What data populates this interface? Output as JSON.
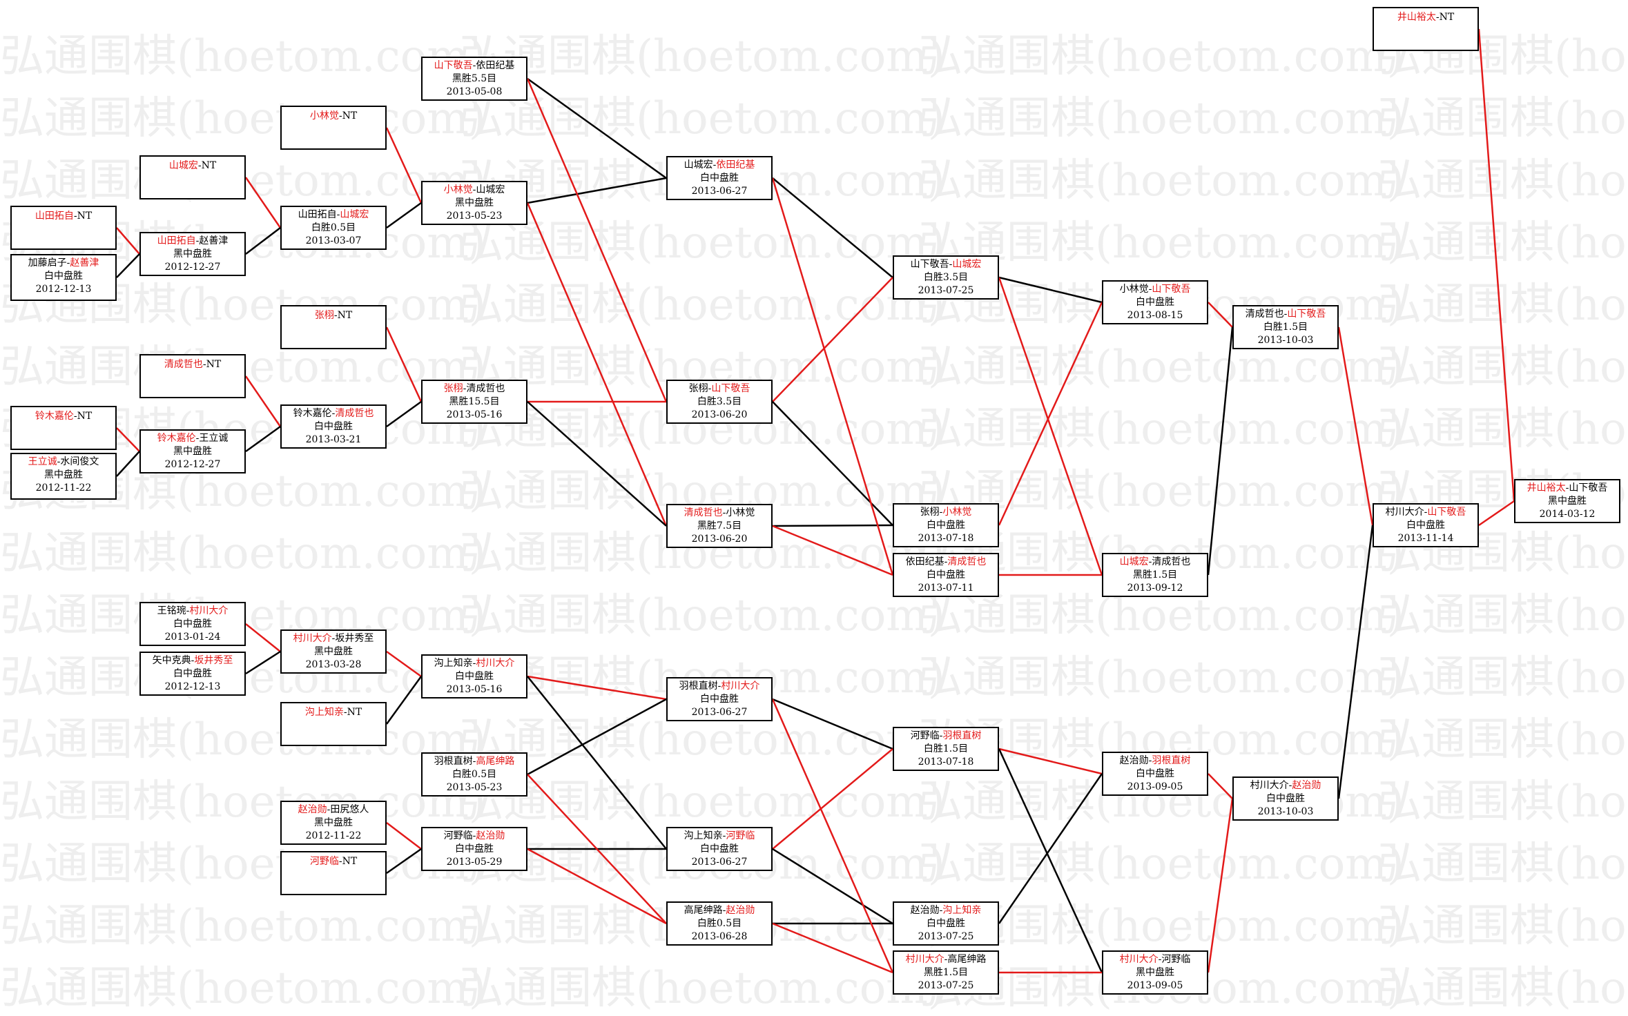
{
  "watermark_text": "弘通围棋(hoetom.com)",
  "colors": {
    "winner_text": "#e31a1a",
    "winner_line": "#e31a1a",
    "loser_line": "#000000"
  },
  "matches": [
    {
      "id": "m1",
      "p1": "山田拓自",
      "p2": "NT",
      "win": 1,
      "result": "",
      "date": ""
    },
    {
      "id": "m2",
      "p1": "加藤启子",
      "p2": "赵善津",
      "win": 2,
      "result": "白中盘胜",
      "date": "2012-12-13"
    },
    {
      "id": "m3",
      "p1": "铃木嘉伦",
      "p2": "NT",
      "win": 1,
      "result": "",
      "date": ""
    },
    {
      "id": "m4",
      "p1": "王立诚",
      "p2": "水间俊文",
      "win": 1,
      "result": "黑中盘胜",
      "date": "2012-11-22"
    },
    {
      "id": "m5",
      "p1": "山城宏",
      "p2": "NT",
      "win": 1,
      "result": "",
      "date": ""
    },
    {
      "id": "m6",
      "p1": "山田拓自",
      "p2": "赵善津",
      "win": 1,
      "result": "黑中盘胜",
      "date": "2012-12-27"
    },
    {
      "id": "m7",
      "p1": "清成哲也",
      "p2": "NT",
      "win": 1,
      "result": "",
      "date": ""
    },
    {
      "id": "m8",
      "p1": "铃木嘉伦",
      "p2": "王立诚",
      "win": 1,
      "result": "黑中盘胜",
      "date": "2012-12-27"
    },
    {
      "id": "m9",
      "p1": "王铭琬",
      "p2": "村川大介",
      "win": 2,
      "result": "白中盘胜",
      "date": "2013-01-24"
    },
    {
      "id": "m10",
      "p1": "矢中克典",
      "p2": "坂井秀至",
      "win": 2,
      "result": "白中盘胜",
      "date": "2012-12-13"
    },
    {
      "id": "m11",
      "p1": "小林觉",
      "p2": "NT",
      "win": 1,
      "result": "",
      "date": ""
    },
    {
      "id": "m12",
      "p1": "山田拓自",
      "p2": "山城宏",
      "win": 2,
      "result": "白胜0.5目",
      "date": "2013-03-07"
    },
    {
      "id": "m13",
      "p1": "张栩",
      "p2": "NT",
      "win": 1,
      "result": "",
      "date": ""
    },
    {
      "id": "m14",
      "p1": "铃木嘉伦",
      "p2": "清成哲也",
      "win": 2,
      "result": "白中盘胜",
      "date": "2013-03-21"
    },
    {
      "id": "m15",
      "p1": "村川大介",
      "p2": "坂井秀至",
      "win": 1,
      "result": "黑中盘胜",
      "date": "2013-03-28"
    },
    {
      "id": "m16",
      "p1": "沟上知亲",
      "p2": "NT",
      "win": 1,
      "result": "",
      "date": ""
    },
    {
      "id": "m17",
      "p1": "赵治勋",
      "p2": "田尻悠人",
      "win": 1,
      "result": "黑中盘胜",
      "date": "2012-11-22"
    },
    {
      "id": "m18",
      "p1": "河野临",
      "p2": "NT",
      "win": 1,
      "result": "",
      "date": ""
    },
    {
      "id": "m19",
      "p1": "山下敬吾",
      "p2": "依田纪基",
      "win": 1,
      "result": "黑胜5.5目",
      "date": "2013-05-08"
    },
    {
      "id": "m20",
      "p1": "小林觉",
      "p2": "山城宏",
      "win": 1,
      "result": "黑中盘胜",
      "date": "2013-05-23"
    },
    {
      "id": "m21",
      "p1": "张栩",
      "p2": "清成哲也",
      "win": 1,
      "result": "黑胜15.5目",
      "date": "2013-05-16"
    },
    {
      "id": "m22",
      "p1": "沟上知亲",
      "p2": "村川大介",
      "win": 2,
      "result": "白中盘胜",
      "date": "2013-05-16"
    },
    {
      "id": "m23",
      "p1": "羽根直树",
      "p2": "高尾绅路",
      "win": 2,
      "result": "白胜0.5目",
      "date": "2013-05-23"
    },
    {
      "id": "m24",
      "p1": "河野临",
      "p2": "赵治勋",
      "win": 2,
      "result": "白中盘胜",
      "date": "2013-05-29"
    },
    {
      "id": "m25",
      "p1": "山城宏",
      "p2": "依田纪基",
      "win": 2,
      "result": "白中盘胜",
      "date": "2013-06-27"
    },
    {
      "id": "m26",
      "p1": "张栩",
      "p2": "山下敬吾",
      "win": 2,
      "result": "白胜3.5目",
      "date": "2013-06-20"
    },
    {
      "id": "m27",
      "p1": "清成哲也",
      "p2": "小林觉",
      "win": 1,
      "result": "黑胜7.5目",
      "date": "2013-06-20"
    },
    {
      "id": "m28",
      "p1": "羽根直树",
      "p2": "村川大介",
      "win": 2,
      "result": "白中盘胜",
      "date": "2013-06-27"
    },
    {
      "id": "m29",
      "p1": "沟上知亲",
      "p2": "河野临",
      "win": 2,
      "result": "白中盘胜",
      "date": "2013-06-27"
    },
    {
      "id": "m30",
      "p1": "高尾绅路",
      "p2": "赵治勋",
      "win": 2,
      "result": "白胜0.5目",
      "date": "2013-06-28"
    },
    {
      "id": "m31",
      "p1": "山下敬吾",
      "p2": "山城宏",
      "win": 2,
      "result": "白胜3.5目",
      "date": "2013-07-25"
    },
    {
      "id": "m32",
      "p1": "张栩",
      "p2": "小林觉",
      "win": 2,
      "result": "白中盘胜",
      "date": "2013-07-18"
    },
    {
      "id": "m33",
      "p1": "依田纪基",
      "p2": "清成哲也",
      "win": 2,
      "result": "白中盘胜",
      "date": "2013-07-11"
    },
    {
      "id": "m34",
      "p1": "河野临",
      "p2": "羽根直树",
      "win": 2,
      "result": "白胜1.5目",
      "date": "2013-07-18"
    },
    {
      "id": "m35",
      "p1": "赵治勋",
      "p2": "沟上知亲",
      "win": 2,
      "result": "白中盘胜",
      "date": "2013-07-25"
    },
    {
      "id": "m36",
      "p1": "村川大介",
      "p2": "高尾绅路",
      "win": 1,
      "result": "黑胜1.5目",
      "date": "2013-07-25"
    },
    {
      "id": "m37",
      "p1": "小林觉",
      "p2": "山下敬吾",
      "win": 2,
      "result": "白中盘胜",
      "date": "2013-08-15"
    },
    {
      "id": "m38",
      "p1": "山城宏",
      "p2": "清成哲也",
      "win": 1,
      "result": "黑胜1.5目",
      "date": "2013-09-12"
    },
    {
      "id": "m39",
      "p1": "赵治勋",
      "p2": "羽根直树",
      "win": 2,
      "result": "白中盘胜",
      "date": "2013-09-05"
    },
    {
      "id": "m40",
      "p1": "村川大介",
      "p2": "河野临",
      "win": 1,
      "result": "黑中盘胜",
      "date": "2013-09-05"
    },
    {
      "id": "m41",
      "p1": "清成哲也",
      "p2": "山下敬吾",
      "win": 2,
      "result": "白胜1.5目",
      "date": "2013-10-03"
    },
    {
      "id": "m42",
      "p1": "村川大介",
      "p2": "赵治勋",
      "win": 2,
      "result": "白中盘胜",
      "date": "2013-10-03"
    },
    {
      "id": "m43",
      "p1": "井山裕太",
      "p2": "NT",
      "win": 1,
      "result": "",
      "date": ""
    },
    {
      "id": "m44",
      "p1": "村川大介",
      "p2": "山下敬吾",
      "win": 2,
      "result": "白中盘胜",
      "date": "2013-11-14"
    },
    {
      "id": "m45",
      "p1": "井山裕太",
      "p2": "山下敬吾",
      "win": 1,
      "result": "黑中盘胜",
      "date": "2014-03-12"
    }
  ],
  "links": [
    {
      "from": "m1",
      "to": "m6",
      "winner": true
    },
    {
      "from": "m2",
      "to": "m6",
      "winner": false
    },
    {
      "from": "m3",
      "to": "m8",
      "winner": true
    },
    {
      "from": "m4",
      "to": "m8",
      "winner": false
    },
    {
      "from": "m5",
      "to": "m12",
      "winner": true
    },
    {
      "from": "m6",
      "to": "m12",
      "winner": false
    },
    {
      "from": "m7",
      "to": "m14",
      "winner": true
    },
    {
      "from": "m8",
      "to": "m14",
      "winner": false
    },
    {
      "from": "m9",
      "to": "m15",
      "winner": true
    },
    {
      "from": "m10",
      "to": "m15",
      "winner": false
    },
    {
      "from": "m11",
      "to": "m20",
      "winner": true
    },
    {
      "from": "m12",
      "to": "m20",
      "winner": false
    },
    {
      "from": "m13",
      "to": "m21",
      "winner": true
    },
    {
      "from": "m14",
      "to": "m21",
      "winner": false
    },
    {
      "from": "m15",
      "to": "m22",
      "winner": true
    },
    {
      "from": "m16",
      "to": "m22",
      "winner": false
    },
    {
      "from": "m17",
      "to": "m24",
      "winner": true
    },
    {
      "from": "m18",
      "to": "m24",
      "winner": false
    },
    {
      "from": "m19",
      "to": "m25",
      "winner": false
    },
    {
      "from": "m20",
      "to": "m25",
      "winner": false
    },
    {
      "from": "m19",
      "to": "m26",
      "winner": true
    },
    {
      "from": "m21",
      "to": "m26",
      "winner": true
    },
    {
      "from": "m20",
      "to": "m27",
      "winner": true
    },
    {
      "from": "m21",
      "to": "m27",
      "winner": false
    },
    {
      "from": "m22",
      "to": "m28",
      "winner": true
    },
    {
      "from": "m23",
      "to": "m28",
      "winner": false
    },
    {
      "from": "m22",
      "to": "m29",
      "winner": false
    },
    {
      "from": "m24",
      "to": "m29",
      "winner": false
    },
    {
      "from": "m23",
      "to": "m30",
      "winner": true
    },
    {
      "from": "m24",
      "to": "m30",
      "winner": true
    },
    {
      "from": "m25",
      "to": "m31",
      "winner": false
    },
    {
      "from": "m26",
      "to": "m31",
      "winner": true
    },
    {
      "from": "m26",
      "to": "m32",
      "winner": false
    },
    {
      "from": "m27",
      "to": "m32",
      "winner": false
    },
    {
      "from": "m25",
      "to": "m33",
      "winner": true
    },
    {
      "from": "m27",
      "to": "m33",
      "winner": true
    },
    {
      "from": "m28",
      "to": "m34",
      "winner": false
    },
    {
      "from": "m29",
      "to": "m34",
      "winner": true
    },
    {
      "from": "m29",
      "to": "m35",
      "winner": false
    },
    {
      "from": "m30",
      "to": "m35",
      "winner": false
    },
    {
      "from": "m28",
      "to": "m36",
      "winner": true
    },
    {
      "from": "m30",
      "to": "m36",
      "winner": true
    },
    {
      "from": "m31",
      "to": "m37",
      "winner": false
    },
    {
      "from": "m32",
      "to": "m37",
      "winner": true
    },
    {
      "from": "m31",
      "to": "m38",
      "winner": true
    },
    {
      "from": "m33",
      "to": "m38",
      "winner": true
    },
    {
      "from": "m34",
      "to": "m39",
      "winner": true
    },
    {
      "from": "m35",
      "to": "m39",
      "winner": false
    },
    {
      "from": "m34",
      "to": "m40",
      "winner": false
    },
    {
      "from": "m36",
      "to": "m40",
      "winner": true
    },
    {
      "from": "m37",
      "to": "m41",
      "winner": true
    },
    {
      "from": "m38",
      "to": "m41",
      "winner": false
    },
    {
      "from": "m39",
      "to": "m42",
      "winner": true
    },
    {
      "from": "m40",
      "to": "m42",
      "winner": true
    },
    {
      "from": "m41",
      "to": "m44",
      "winner": true
    },
    {
      "from": "m42",
      "to": "m44",
      "winner": false
    },
    {
      "from": "m43",
      "to": "m45",
      "winner": true
    },
    {
      "from": "m44",
      "to": "m45",
      "winner": true
    }
  ]
}
